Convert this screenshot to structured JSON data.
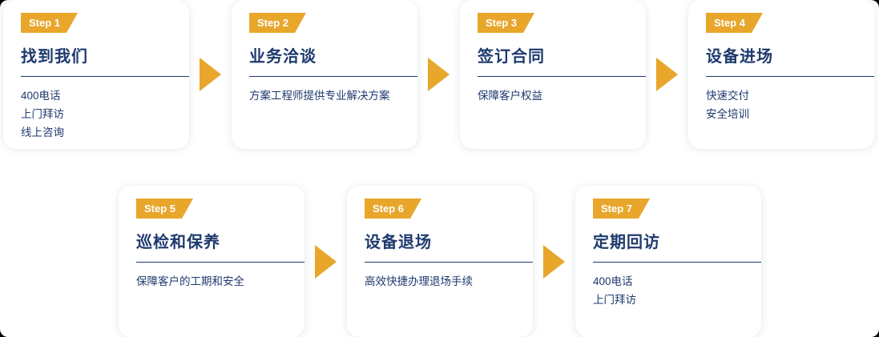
{
  "colors": {
    "accent_gold": "#E8A62B",
    "text_navy": "#1E3A6E",
    "card_background": "#FFFFFF"
  },
  "steps": [
    {
      "badge": "Step 1",
      "title": "找到我们",
      "lines": [
        "400电话",
        "上门拜访",
        "线上咨询"
      ]
    },
    {
      "badge": "Step 2",
      "title": "业务洽谈",
      "lines": [
        "方案工程师提供专业解决方案"
      ]
    },
    {
      "badge": "Step 3",
      "title": "签订合同",
      "lines": [
        "保障客户权益"
      ]
    },
    {
      "badge": "Step 4",
      "title": "设备进场",
      "lines": [
        "快速交付",
        "安全培训"
      ]
    },
    {
      "badge": "Step 5",
      "title": "巡检和保养",
      "lines": [
        "保障客户的工期和安全"
      ]
    },
    {
      "badge": "Step 6",
      "title": "设备退场",
      "lines": [
        "高效快捷办理退场手续"
      ]
    },
    {
      "badge": "Step 7",
      "title": "定期回访",
      "lines": [
        "400电话",
        "上门拜访"
      ]
    }
  ]
}
